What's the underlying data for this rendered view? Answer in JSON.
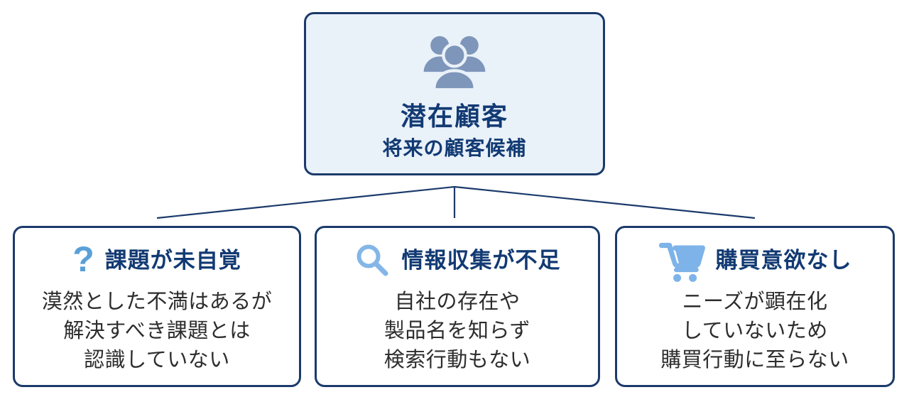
{
  "colors": {
    "navy": "#1b3a6b",
    "navy-text": "#123a73",
    "top-box-fill": "#e9f1f9",
    "people-icon": "#7e96ba",
    "question-icon": "#5aa0d8",
    "magnifier-icon": "#84b6e7",
    "cart-icon": "#7db3e8",
    "body-text": "#2d2d2d",
    "background": "#ffffff"
  },
  "root": {
    "icon": "people-group-icon",
    "title": "潜在顧客",
    "subtitle": "将来の顧客候補"
  },
  "children": [
    {
      "icon": "question-mark-icon",
      "icon_glyph": "?",
      "title": "課題が未自覚",
      "lines": [
        "漠然とした不満はあるが",
        "解決すべき課題とは",
        "認識していない"
      ]
    },
    {
      "icon": "magnifier-icon",
      "title": "情報収集が不足",
      "lines": [
        "自社の存在や",
        "製品名を知らず",
        "検索行動もない"
      ]
    },
    {
      "icon": "cart-icon",
      "title": "購買意欲なし",
      "lines": [
        "ニーズが顕在化",
        "していないため",
        "購買行動に至らない"
      ]
    }
  ]
}
